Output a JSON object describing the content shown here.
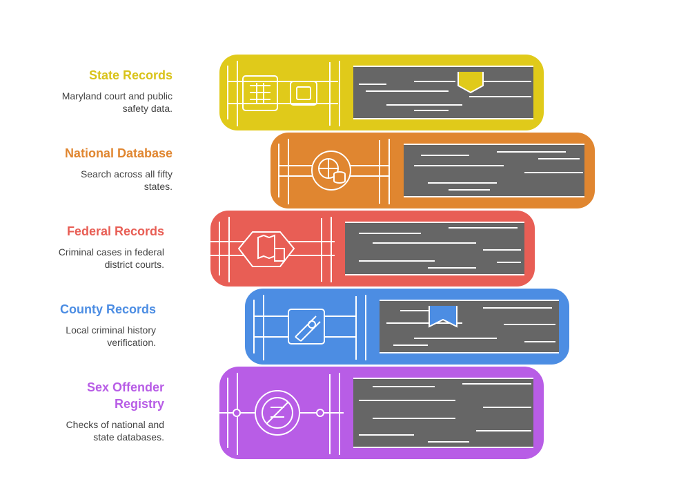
{
  "items": [
    {
      "title": "State Records",
      "description": "Maryland court and public\nsafety data.",
      "color": "#E0CA1A",
      "icon": "sim-card-and-usb-icon"
    },
    {
      "title": "National Database",
      "description": "Search across all fifty\nstates.",
      "color": "#E08630",
      "icon": "globe-database-icon"
    },
    {
      "title": "Federal Records",
      "description": "Criminal cases in federal\ndistrict courts.",
      "color": "#E85E55",
      "icon": "map-document-icon"
    },
    {
      "title": "County Records",
      "description": "Local criminal history\nverification.",
      "color": "#4C8DE3",
      "icon": "certificate-scroll-icon"
    },
    {
      "title": "Sex Offender\nRegistry",
      "description": "Checks of national and\nstate databases.",
      "color": "#B85DE6",
      "icon": "no-handcuffs-icon"
    }
  ]
}
